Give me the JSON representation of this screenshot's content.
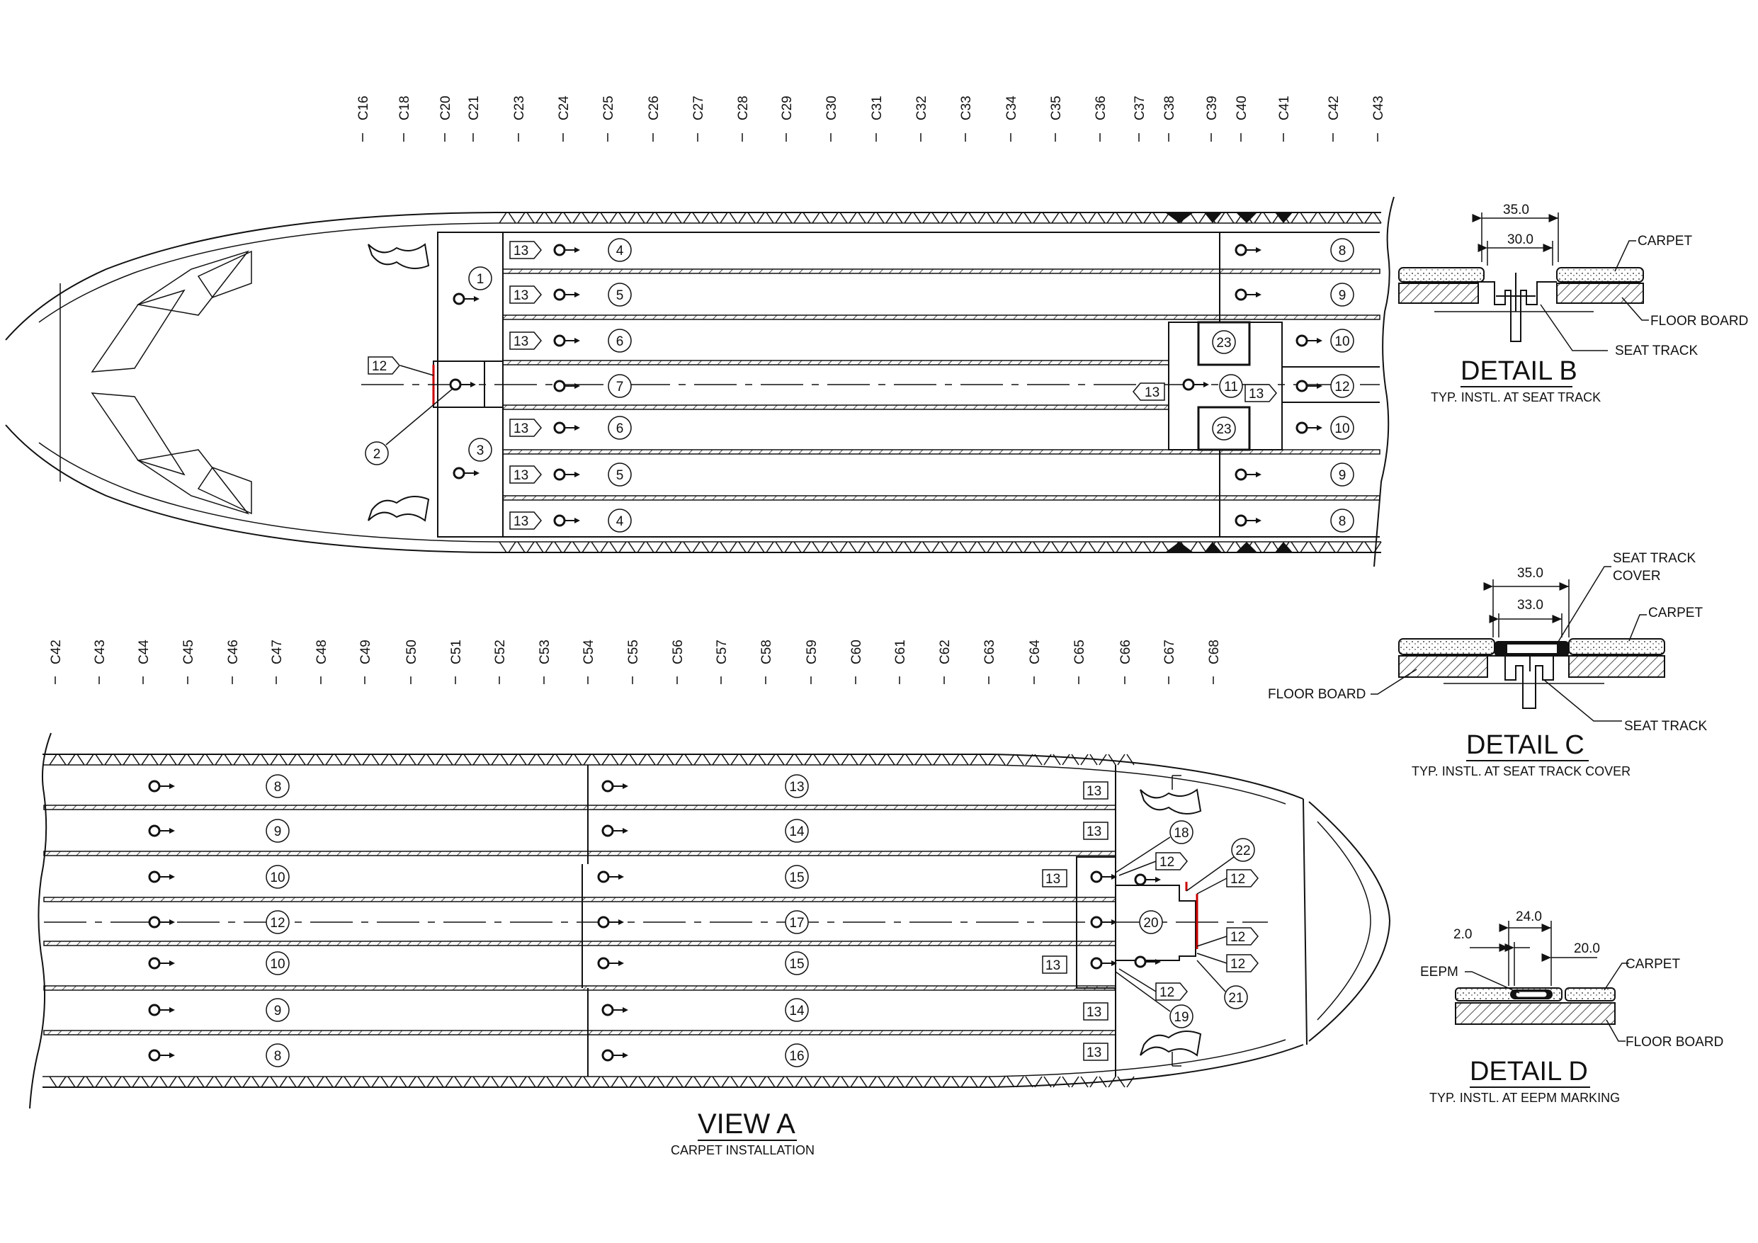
{
  "frames_top": [
    "C16",
    "C18",
    "C20",
    "C21",
    "C23",
    "C24",
    "C25",
    "C26",
    "C27",
    "C28",
    "C29",
    "C30",
    "C31",
    "C32",
    "C33",
    "C34",
    "C35",
    "C36",
    "C37",
    "C38",
    "C39",
    "C40",
    "C41",
    "C42",
    "C43"
  ],
  "frames_bottom": [
    "C42",
    "C43",
    "C44",
    "C45",
    "C46",
    "C47",
    "C48",
    "C49",
    "C50",
    "C51",
    "C52",
    "C53",
    "C54",
    "C55",
    "C56",
    "C57",
    "C58",
    "C59",
    "C60",
    "C61",
    "C62",
    "C63",
    "C64",
    "C65",
    "C66",
    "C67",
    "C68"
  ],
  "forward_view": {
    "strip_labels": [
      "4",
      "5",
      "6",
      "7",
      "6",
      "5",
      "4"
    ],
    "aft_labels": [
      "8",
      "9",
      "10",
      "12",
      "10",
      "9",
      "8"
    ],
    "flags": [
      "13",
      "13",
      "13",
      "13",
      "13",
      "13"
    ],
    "entry_labels": [
      "1",
      "2",
      "3"
    ],
    "center_flag": "12",
    "center_mid": "11",
    "center_flag_left": "13",
    "center_flag_right": "13",
    "galley_labels": [
      "23",
      "23"
    ]
  },
  "aft_view": {
    "strip_labels_fwd": [
      "8",
      "9",
      "10",
      "12",
      "10",
      "9",
      "8"
    ],
    "strip_labels_aft": [
      "13",
      "14",
      "15",
      "17",
      "15",
      "14",
      "16"
    ],
    "flags_right": [
      "13",
      "13",
      "13",
      "13",
      "13",
      "13",
      "13"
    ],
    "callouts": [
      "18",
      "19",
      "20",
      "21",
      "22"
    ],
    "flags_twelve": [
      "12",
      "12",
      "12",
      "12",
      "12"
    ]
  },
  "view_a": {
    "title": "VIEW A",
    "subtitle": "CARPET INSTALLATION"
  },
  "detail_b": {
    "title": "DETAIL B",
    "subtitle": "TYP. INSTL. AT SEAT TRACK",
    "dims": [
      "35.0",
      "30.0"
    ],
    "labels": {
      "carpet": "CARPET",
      "floor_board": "FLOOR BOARD",
      "seat_track": "SEAT TRACK"
    }
  },
  "detail_c": {
    "title": "DETAIL C",
    "subtitle": "TYP. INSTL. AT SEAT TRACK COVER",
    "dims": [
      "35.0",
      "33.0"
    ],
    "labels": {
      "seat_track_cover_1": "SEAT TRACK",
      "seat_track_cover_2": "COVER",
      "carpet": "CARPET",
      "floor_board": "FLOOR BOARD",
      "seat_track": "SEAT TRACK"
    }
  },
  "detail_d": {
    "title": "DETAIL D",
    "subtitle": "TYP. INSTL. AT EEPM MARKING",
    "dims": [
      "2.0",
      "24.0",
      "20.0"
    ],
    "labels": {
      "eepm": "EEPM",
      "carpet": "CARPET",
      "floor_board": "FLOOR BOARD"
    }
  },
  "colors": {
    "line": "#111111",
    "accent_red": "#cc0000"
  }
}
